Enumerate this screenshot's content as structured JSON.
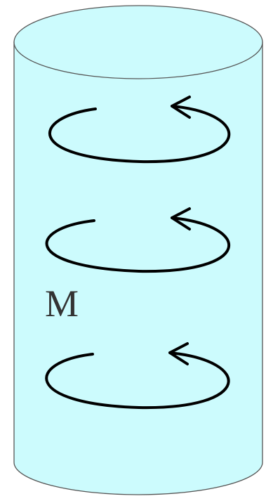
{
  "diagram": {
    "label": "M",
    "colors": {
      "cylinder_fill": "#ccfbfd",
      "cylinder_outline": "#555555",
      "loop_stroke": "#000000",
      "label": "#333333",
      "background": "#ffffff"
    },
    "loops": [
      {
        "name": "loop-top",
        "direction": "counterclockwise"
      },
      {
        "name": "loop-middle",
        "direction": "counterclockwise"
      },
      {
        "name": "loop-bottom",
        "direction": "counterclockwise"
      }
    ]
  }
}
